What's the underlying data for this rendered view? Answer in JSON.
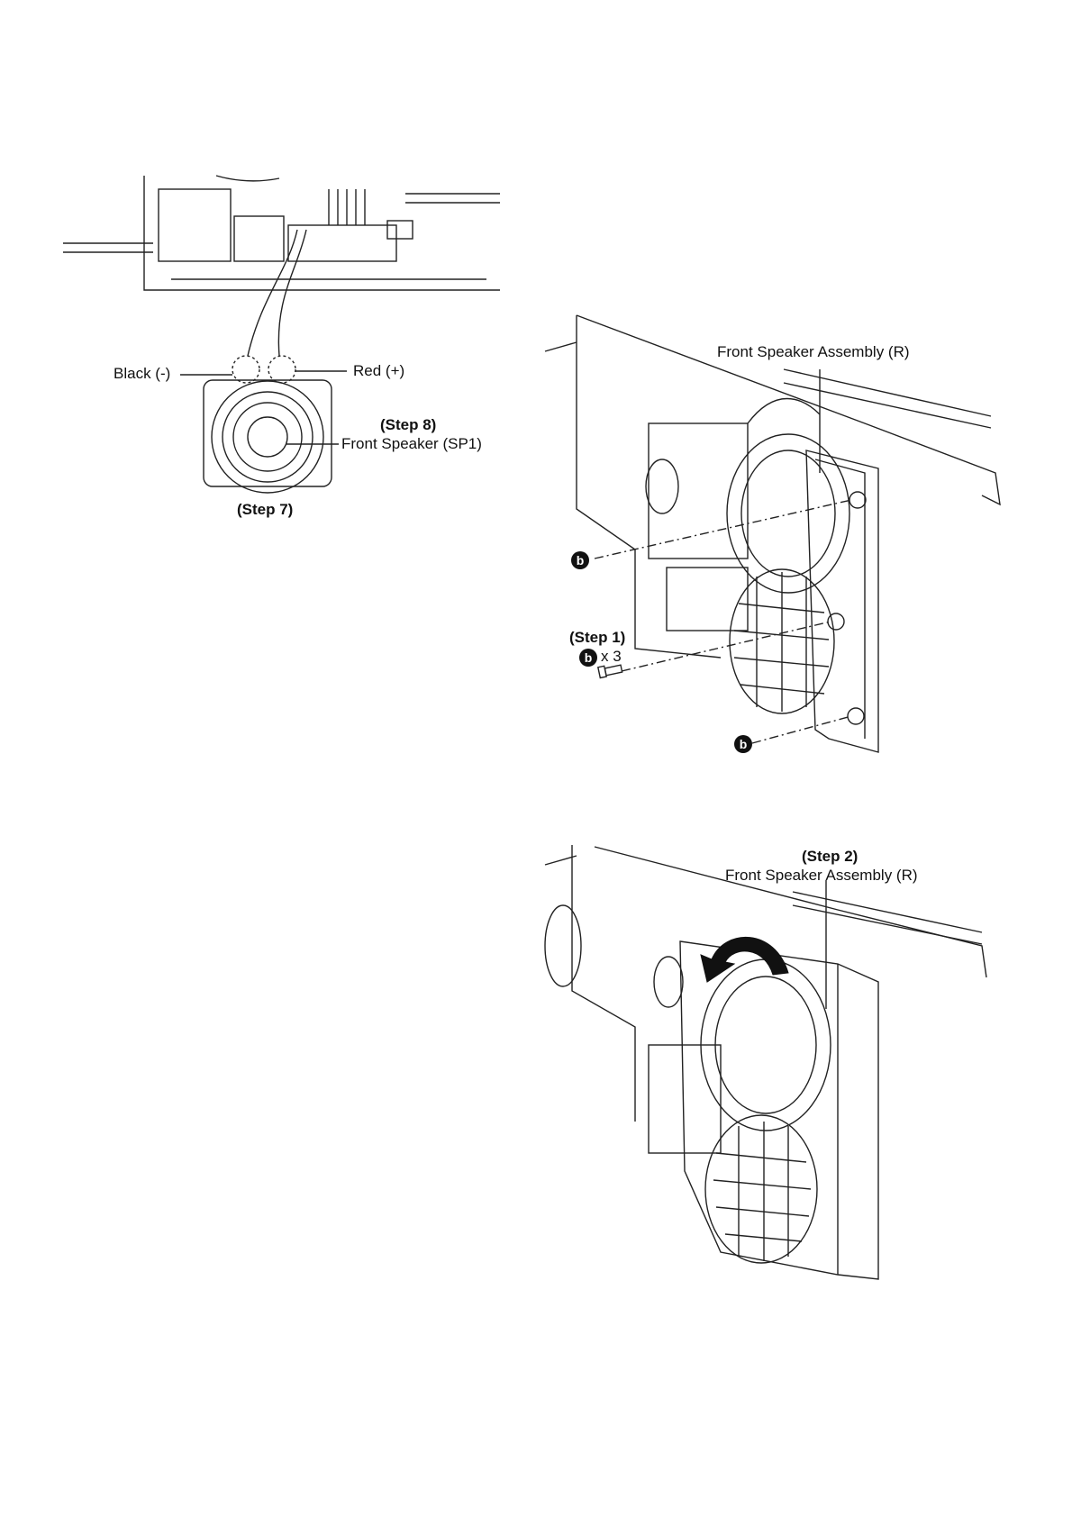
{
  "figure_top_left": {
    "label_black": "Black (-)",
    "label_red": "Red (+)",
    "step_8": "(Step 8)",
    "front_speaker": "Front Speaker  (SP1)",
    "step_7": "(Step 7)"
  },
  "figure_right_top": {
    "assembly_label": "Front Speaker Assembly (R)",
    "step_1": "(Step 1)",
    "screw_badge": "b",
    "screw_count": "x 3"
  },
  "figure_right_bottom": {
    "step_2": "(Step 2)",
    "assembly_label": "Front Speaker Assembly (R)"
  }
}
